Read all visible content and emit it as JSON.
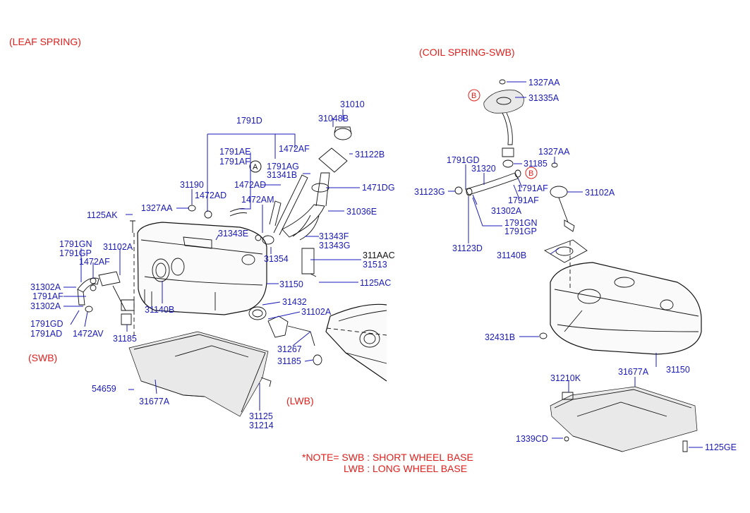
{
  "headings": {
    "leaf_spring": "(LEAF SPRING)",
    "coil_spring": "(COIL SPRING-SWB)",
    "swb": "(SWB)",
    "lwb": "(LWB)"
  },
  "note": {
    "line1": "*NOTE= SWB : SHORT WHEEL BASE",
    "line2": "LWB : LONG WHEEL BASE"
  },
  "markers": {
    "a": "A",
    "b": "B"
  },
  "left_parts": {
    "p1791D": "1791D",
    "p31010": "31010",
    "p31048B": "31048B",
    "p31122B": "31122B",
    "p1472AF_top": "1472AF",
    "p1791AE": "1791AE",
    "p1791AF_top": "1791AF",
    "p1791AG": "1791AG",
    "p31341B": "31341B",
    "p31190": "31190",
    "p1472AD_a": "1472AD",
    "p1472AD_b": "1472AD",
    "p1471DG": "1471DG",
    "p1472AM": "1472AM",
    "p31036E": "31036E",
    "p1125AK": "1125AK",
    "p1327AA": "1327AA",
    "p31343E": "31343E",
    "p31343F": "31343F",
    "p31343G": "31343G",
    "p1791GN": "1791GN",
    "p1791GP": "1791GP",
    "p31102A_a": "31102A",
    "p1472AF_left": "1472AF",
    "p31354": "31354",
    "p311AAC": "311AAC",
    "p31513": "31513",
    "p31302A_a": "31302A",
    "p1791AF_left": "1791AF",
    "p31302A_b": "31302A",
    "p31150": "31150",
    "p1125AC": "1125AC",
    "p31140B": "31140B",
    "p31432": "31432",
    "p31102A_b": "31102A",
    "p1791GD": "1791GD",
    "p1791AD": "1791AD",
    "p1472AV": "1472AV",
    "p31185_a": "31185",
    "p31267": "31267",
    "p31185_b": "31185",
    "p54659": "54659",
    "p31677A": "31677A",
    "p31125": "31125",
    "p31214": "31214"
  },
  "right_parts": {
    "p1327AA_top": "1327AA",
    "p31335A": "31335A",
    "p1327AA_mid": "1327AA",
    "p1791GD": "1791GD",
    "p31320": "31320",
    "p31185": "31185",
    "p31123G": "31123G",
    "p1791AF_a": "1791AF",
    "p31102A": "31102A",
    "p1791AF_b": "1791AF",
    "p31302A": "31302A",
    "p1791GN": "1791GN",
    "p1791GP": "1791GP",
    "p31123D": "31123D",
    "p31140B": "31140B",
    "p32431B": "32431B",
    "p31210K": "31210K",
    "p31677A": "31677A",
    "p31150": "31150",
    "p1339CD": "1339CD",
    "p1125GE": "1125GE"
  }
}
